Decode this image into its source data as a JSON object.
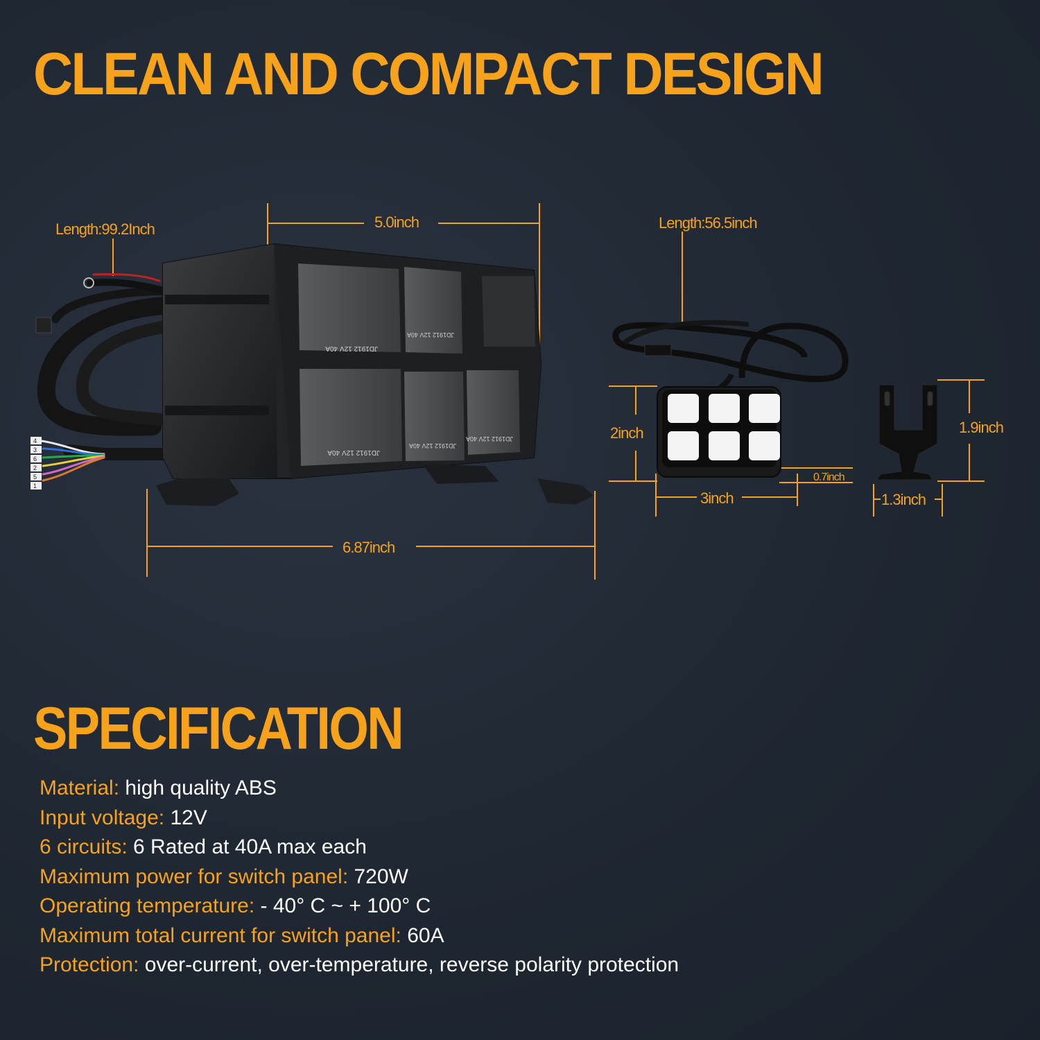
{
  "headings": {
    "design_title": "CLEAN AND COMPACT DESIGN",
    "spec_title": "SPECIFICATION"
  },
  "dimensions": {
    "relay_box_cable_length": "Length:99.2Inch",
    "relay_box_width": "5.0inch",
    "relay_box_length": "6.87inch",
    "panel_cable_length": "Length:56.5inch",
    "panel_height": "2inch",
    "panel_width": "3inch",
    "panel_thickness": "0.7inch",
    "bracket_height": "1.9inch",
    "bracket_width": "1.3inch"
  },
  "relay_labels": [
    "JD1912 12V 40A",
    "JD1912 12V 40A",
    "JD1912 12V 40A",
    "JD1912 12V 40A",
    "JD1912 12V 40A"
  ],
  "wire_numbers": [
    "4",
    "3",
    "6",
    "2",
    "5",
    "1"
  ],
  "specifications": [
    {
      "label": "Material:",
      "value": " high quality ABS"
    },
    {
      "label": "Input voltage:",
      "value": " 12V"
    },
    {
      "label": "6 circuits:",
      "value": " 6 Rated at 40A max each"
    },
    {
      "label": "Maximum power for switch panel:",
      "value": " 720W"
    },
    {
      "label": "Operating temperature:",
      "value": " - 40° C ~ + 100° C"
    },
    {
      "label": "Maximum total current for switch panel:",
      "value": " 60A"
    },
    {
      "label": "Protection:",
      "value": " over-current, over-temperature, reverse polarity protection"
    }
  ],
  "colors": {
    "accent": "#f7a21b",
    "background": "#1f2732",
    "value_text": "#ffffff"
  }
}
